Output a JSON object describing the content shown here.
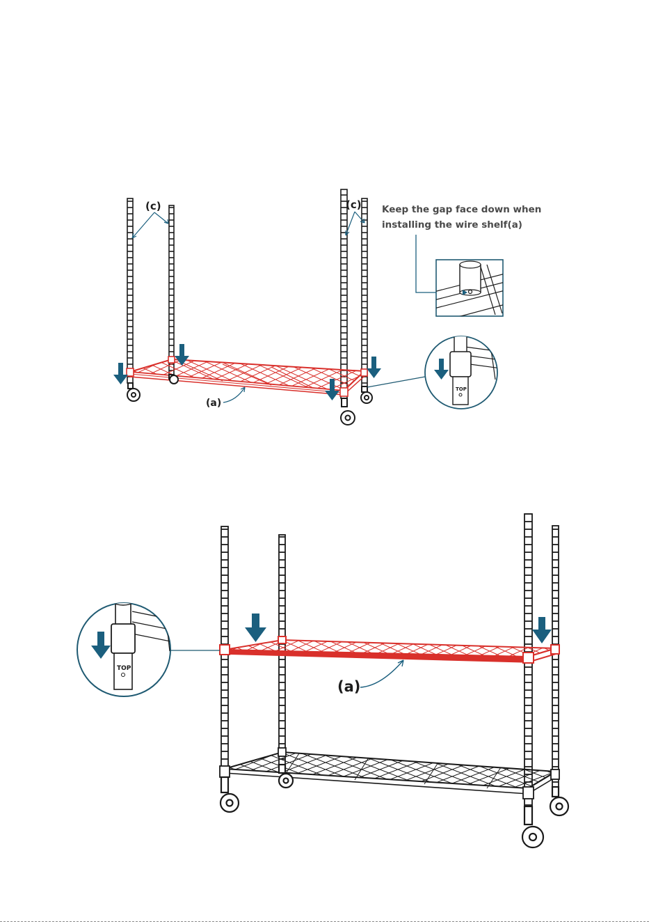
{
  "step1": {
    "label_post": "(c)",
    "label_shelf": "(a)",
    "note_line1": "Keep the gap face down when",
    "note_line2": "installing the wire shelf(a)",
    "collar_text": "TOP"
  },
  "step2": {
    "label_shelf": "(a)",
    "collar_text": "TOP"
  },
  "colors": {
    "accent_shelf": "#d9302b",
    "arrow": "#1b5f7e",
    "callout": "#1f5a72",
    "line": "#1a1a1a"
  },
  "icons": [
    "down-arrow-icon",
    "caster-wheel-icon",
    "magnifier-callout-icon"
  ]
}
